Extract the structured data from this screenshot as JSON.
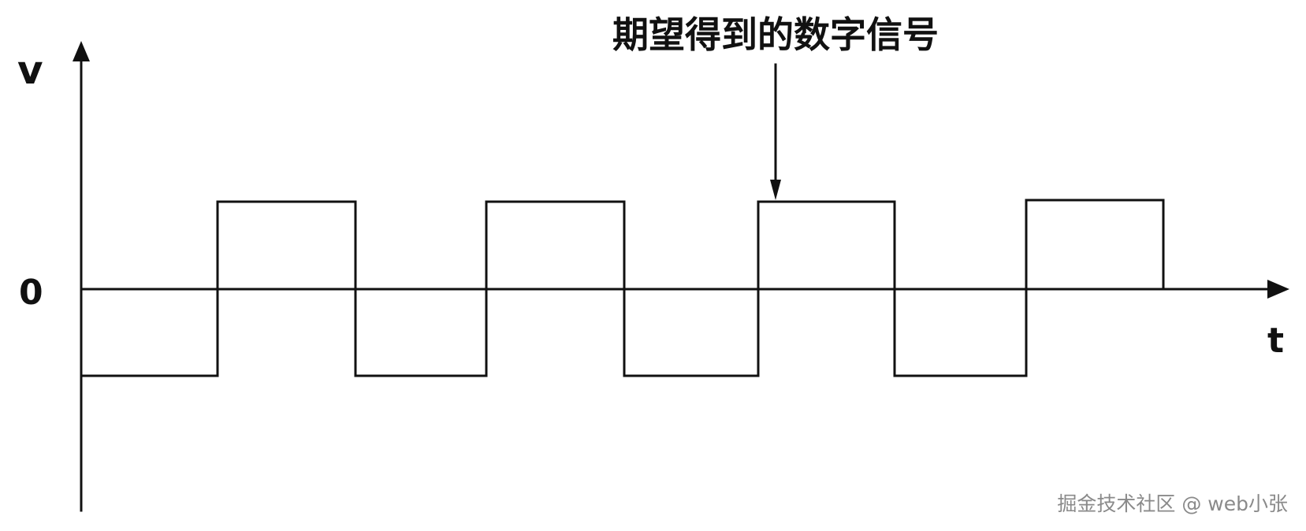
{
  "y_axis_label": "v",
  "x_axis_label": "t",
  "origin_label": "0",
  "annotation": "期望得到的数字信号",
  "watermark": "掘金技术社区 @ web小张",
  "colors": {
    "background": "#ffffff",
    "line": "#111111",
    "watermark": "#8a8a8a"
  },
  "signal": {
    "description_levels": [
      "low",
      "high"
    ],
    "sequence": [
      "low",
      "high",
      "low",
      "high",
      "low",
      "high",
      "low",
      "high"
    ]
  }
}
